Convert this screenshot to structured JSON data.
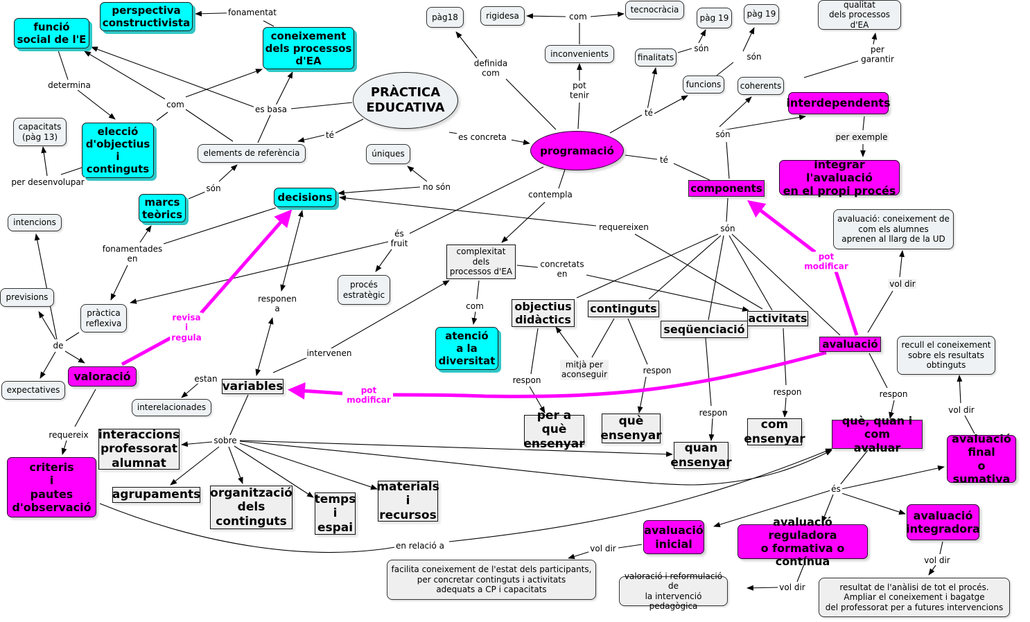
{
  "colors": {
    "cyan_concept": "#00ffff",
    "magenta_concept": "#ff00ff",
    "light_concept": "#eef2f4",
    "square_concept": "#efefef",
    "emphasis_link": "#ff00ff"
  },
  "concepts": {
    "practica_educativa": "PRÀCTICA\nEDUCATIVA",
    "perspectiva_constructivista": "perspectiva\nconstructivista",
    "funcio_social": "funció\nsocial de l'E",
    "coneixement_processos": "coneixement\ndels processos\nd'EA",
    "capacitats": "capacitats\n(pàg 13)",
    "eleccio_objectius": "elecció\nd'objectius\ni\ncontinguts",
    "elements_referencia": "elements de referència",
    "marcs_teorics": "marcs\nteòrics",
    "decisions": "decisions",
    "uniques": "úniques",
    "intencions": "intencions",
    "previsions": "previsions",
    "expectatives": "expectatives",
    "practica_reflexiva": "pràctica\nreflexiva",
    "valoracio": "valoració",
    "proces_estrategic": "procés\nestratègic",
    "complexitat": "complexitat\ndels\nprocessos d'EA",
    "atencio_diversitat": "atenció\na la\ndiversitat",
    "pag18": "pàg18",
    "rigidesa": "rigidesa",
    "tecnocracia": "tecnocràcia",
    "inconvenients": "inconvenients",
    "finalitats": "finalitats",
    "pag19_a": "pàg 19",
    "pag19_b": "pàg 19",
    "funcions": "funcions",
    "coherents": "coherents",
    "qualitat": "qualitat\ndels processos d'EA",
    "interdependents": "interdependents",
    "integrar": "integrar l'avaluació\nen el propi procés",
    "programacio": "programació",
    "components": "components",
    "avaluacio_def": "avaluació: coneixement de\ncom els alumnes\naprenen al llarg de la UD",
    "objectius_didactics": "objectius\ndidàctics",
    "continguts": "continguts",
    "sequenciacio": "seqüenciació",
    "activitats": "activitats",
    "avaluacio": "avaluació",
    "recull": "recull el coneixement\nsobre els resultats\nobtinguts",
    "variables": "variables",
    "interelacionades": "interelacionades",
    "interaccions": "interaccions\nprofessorat\nalumnat",
    "agrupaments": "agrupaments",
    "organitzacio": "organització\ndels\ncontinguts",
    "temps_espai": "temps\ni\nespai",
    "materials": "materials\ni\nrecursos",
    "criteris": "criteris\ni\npautes\nd'observació",
    "per_a_que": "per a què\nensenyar",
    "que_ensenyar": "què\nensenyar",
    "quan_ensenyar": "quan\nensenyar",
    "com_ensenyar": "com\nensenyar",
    "que_quan_com": "què, quan i com\navaluar",
    "avaluacio_final": "avaluació\nfinal\no sumativa",
    "avaluacio_inicial": "avaluació\ninicial",
    "avaluacio_reguladora": "avaluació reguladora\no formativa o contínua",
    "avaluacio_integradora": "avaluació\nintegradora",
    "facilita": "facilita coneixement de l'estat dels participants,\nper concretar continguts i activitats\nadequats a CP i capacitats",
    "valoracio_reformulacio": "valoració i reformulació de\nla intervenció pedagògica",
    "resultat": "resultat de l'anàlisi de tot el procés.\nAmpliar el coneixement  i bagatge\ndel professorat per a futures intervencions"
  },
  "links": {
    "fonamentat": "fonamentat",
    "determina": "determina",
    "com_left": "com",
    "es_basa": "es basa",
    "te_ref": "té",
    "per_desenvolupar": "per desenvolupar",
    "son_marcs": "són",
    "no_son": "no són",
    "definida_com": "definida\ncom",
    "com_incon": "com",
    "pot_tenir": "pot\ntenir",
    "son_final": "són",
    "son_func": "són",
    "te_prog": "té",
    "per_garantir": "per\ngarantir",
    "son_comp": "són",
    "per_exemple": "per exemple",
    "es_concreta": "es concreta",
    "te_comp": "té",
    "contempla": "contempla",
    "es_fruit": "és\nfruit",
    "fonamentades_en": "fonamentades\nen",
    "requereixen": "requereixen",
    "son_components": "són",
    "concretats_en": "concretats\nen",
    "com_atencio": "com",
    "responen_a": "responen\na",
    "intervenen": "intervenen",
    "de": "de",
    "revisa_regula": "revisa\ni\nregula",
    "pot_modificar_comp": "pot\nmodificar",
    "vol_dir_aval": "vol dir",
    "mitja_per": "mitjà per\naconseguir",
    "pot_modificar_var": "pot\nmodificar",
    "estan": "estan",
    "requereix": "requereix",
    "sobre": "sobre",
    "respon_obj": "respon",
    "respon_cont": "respon",
    "respon_seq": "respon",
    "respon_act": "respon",
    "respon_aval": "respon",
    "vol_dir_recull": "vol dir",
    "es": "és",
    "en_relacio_a": "en relació a",
    "vol_dir_inicial": "vol dir",
    "vol_dir_reg": "vol dir",
    "vol_dir_integ": "vol dir"
  }
}
